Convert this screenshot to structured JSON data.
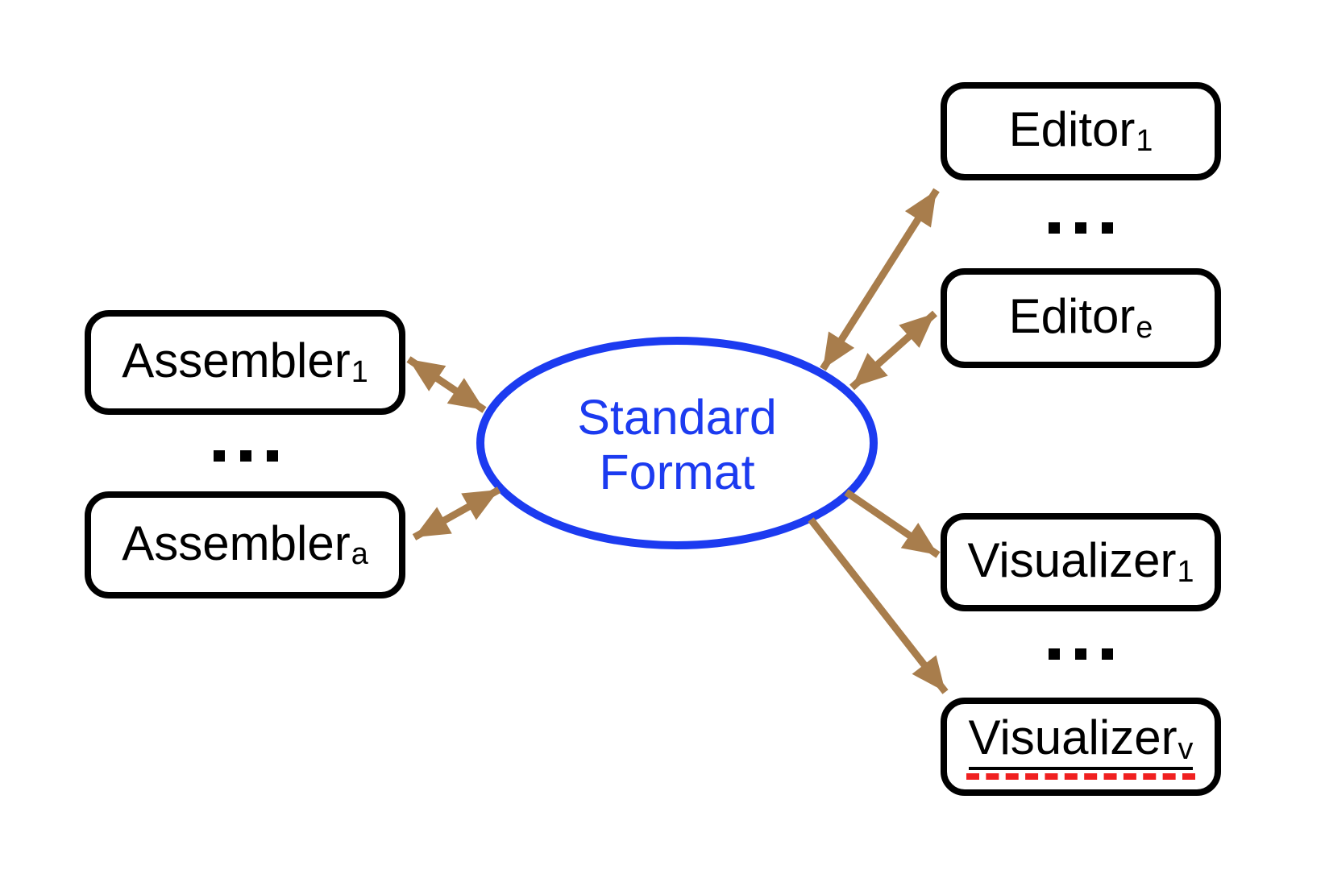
{
  "colors": {
    "ellipse_blue": "#1C3BF0",
    "arrow_brown": "#A87D4C",
    "underline_red": "#F02020",
    "box_border": "#000000",
    "background": "#FFFFFF"
  },
  "center": {
    "label_line1": "Standard",
    "label_line2": "Format"
  },
  "left_column": {
    "items": [
      {
        "base": "Assembler",
        "sub": "1"
      },
      {
        "base": "Assembler",
        "sub": "a"
      }
    ],
    "ellipsis": "..."
  },
  "right_top_column": {
    "items": [
      {
        "base": "Editor",
        "sub": "1"
      },
      {
        "base": "Editor",
        "sub": "e"
      }
    ],
    "ellipsis": "..."
  },
  "right_bottom_column": {
    "items": [
      {
        "base": "Visualizer",
        "sub": "1"
      },
      {
        "base": "Visualizer",
        "sub": "v"
      }
    ],
    "ellipsis": "..."
  }
}
